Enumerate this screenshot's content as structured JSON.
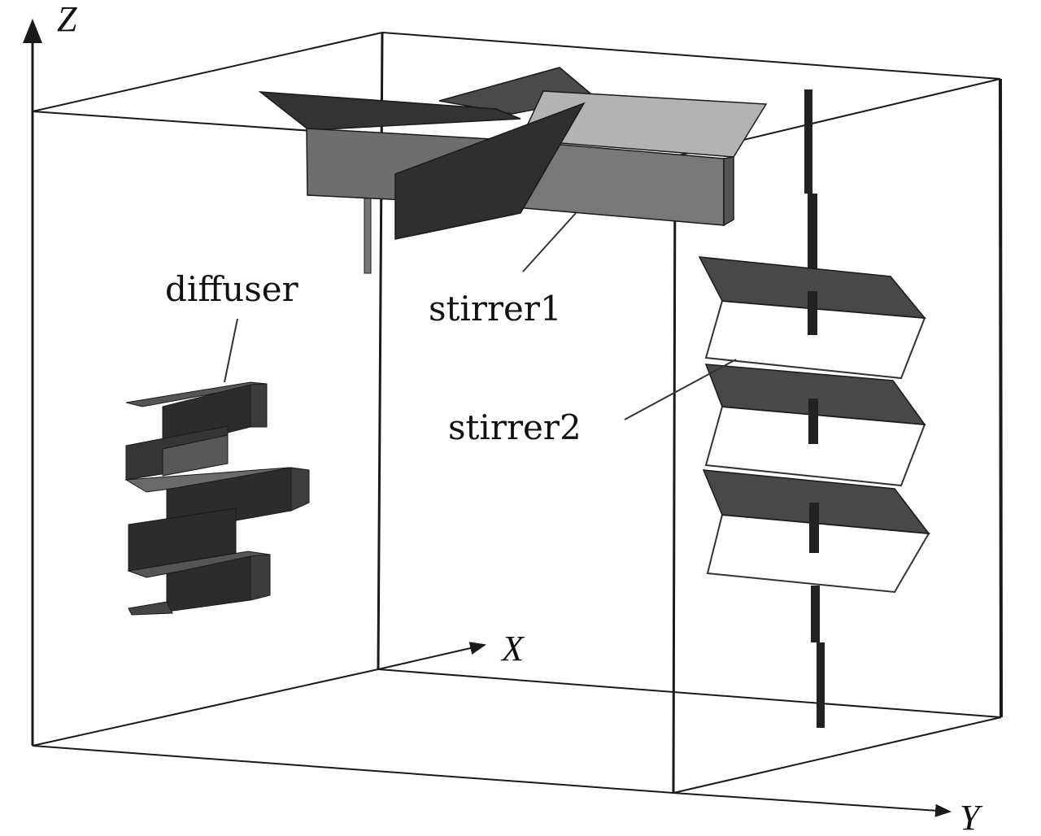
{
  "labels": {
    "diffuser": "diffuser",
    "stirrer1": "stirrer1",
    "stirrer2": "stirrer2"
  },
  "axes": {
    "x": "X",
    "y": "Y",
    "z": "Z"
  },
  "colors": {
    "dark": "#2e2e2e",
    "medium": "#5f5f5f",
    "light": "#9a9a9a",
    "lighter": "#b8b8b8",
    "edge": "#1a1a1a"
  }
}
